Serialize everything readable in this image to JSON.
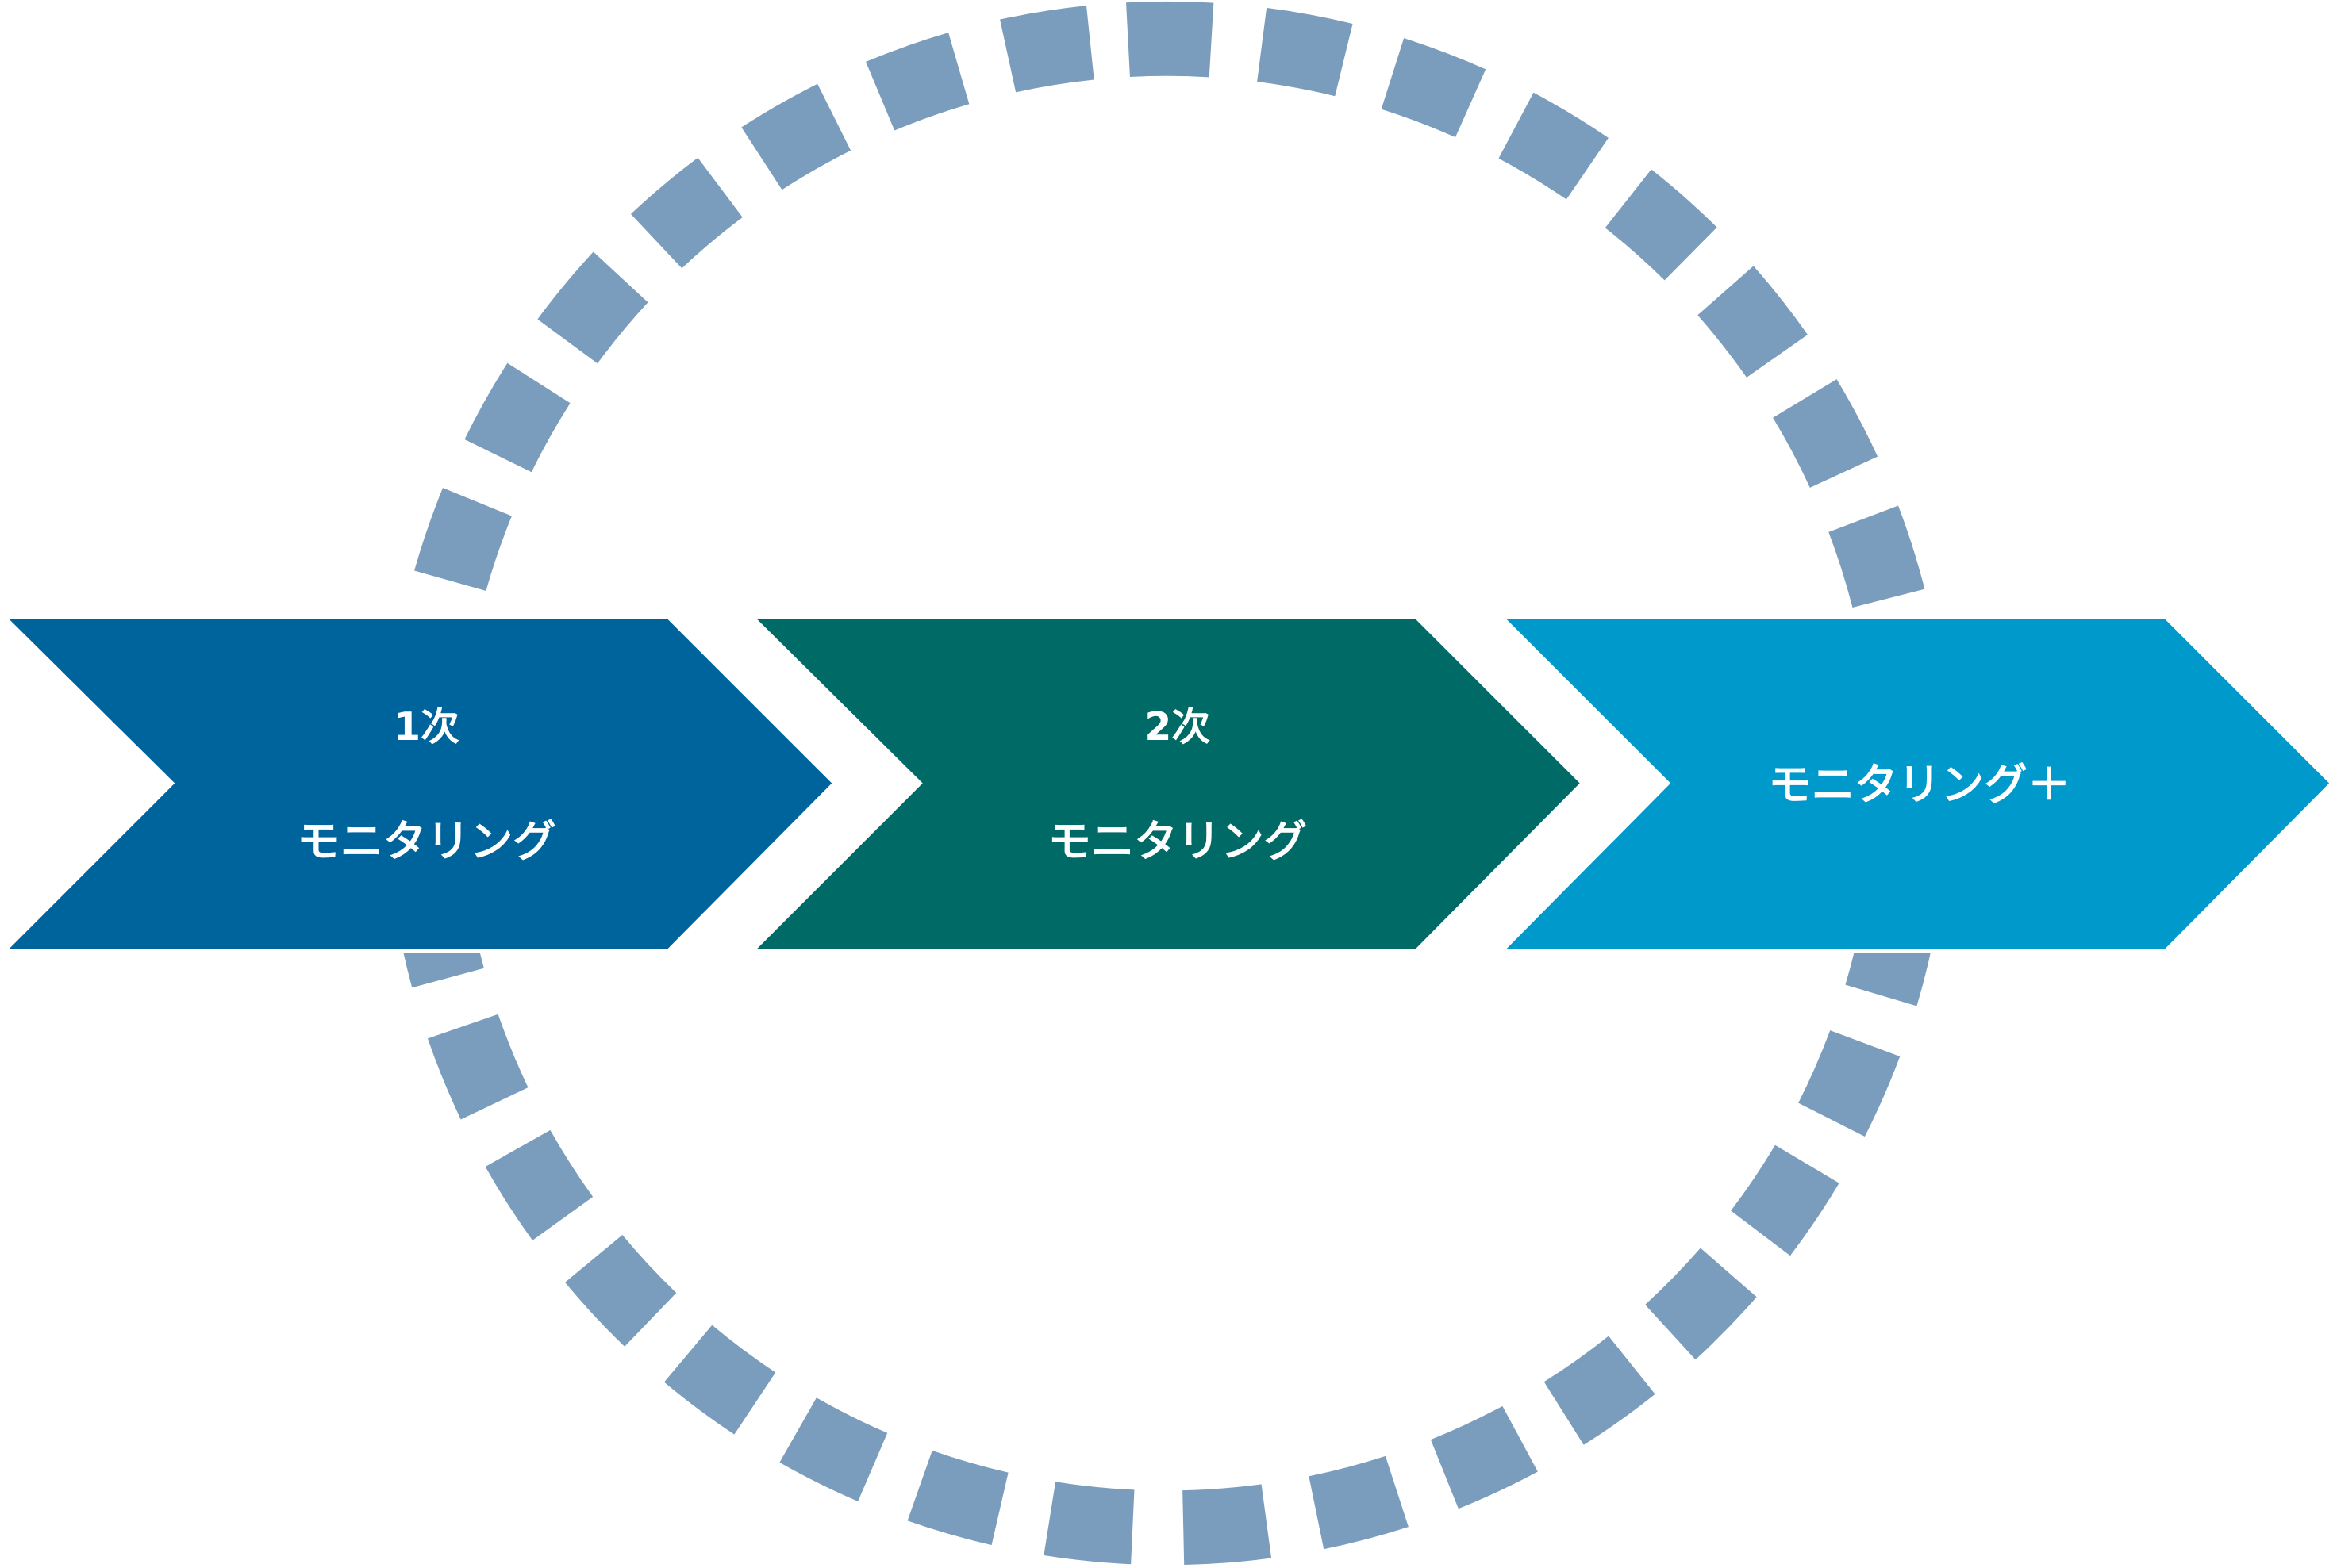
{
  "colors": {
    "cycle": "#7b9dbd",
    "stage1": "#00649c",
    "stage2": "#006a66",
    "stage3": "#0099cc",
    "text": "#ffffff"
  },
  "stages": [
    {
      "line1": "1次",
      "line2": "モニタリング"
    },
    {
      "line1": "2次",
      "line2": "モニタリング"
    },
    {
      "line1": "モニタリング＋"
    }
  ]
}
